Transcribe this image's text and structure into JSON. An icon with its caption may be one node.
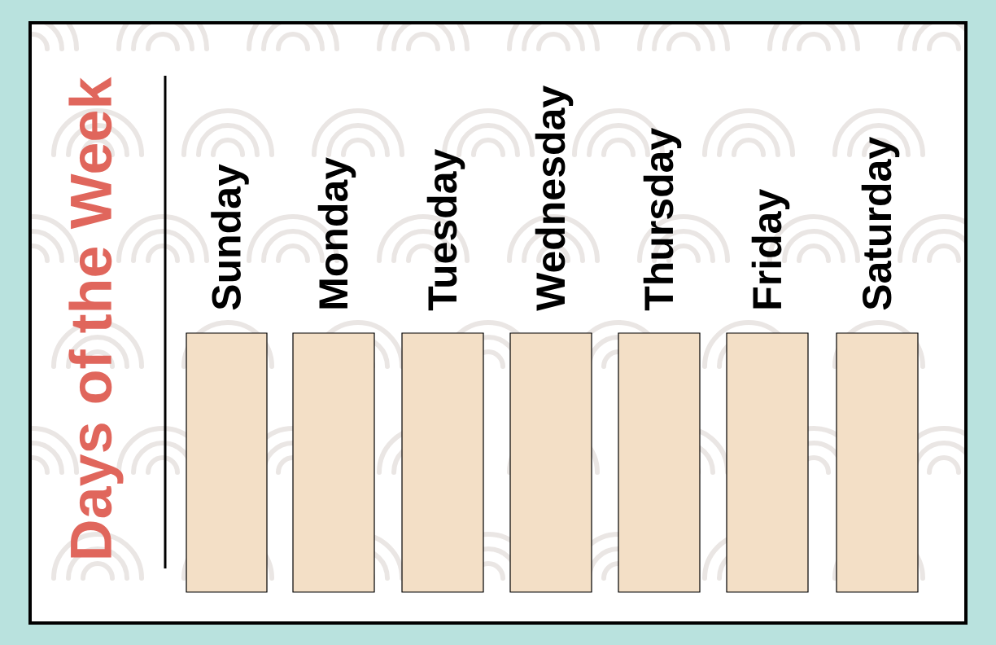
{
  "diagram": {
    "title": "Days of the Week",
    "nodes": [
      {
        "text": [
          "Sunday"
        ]
      },
      {
        "text": [
          "Monday"
        ]
      },
      {
        "text": [
          "Tuesday"
        ]
      },
      {
        "text": [
          "Wednesday"
        ]
      },
      {
        "text": [
          "Thursday"
        ]
      },
      {
        "text": [
          "Friday"
        ]
      },
      {
        "text": [
          "Saturday"
        ]
      }
    ]
  }
}
